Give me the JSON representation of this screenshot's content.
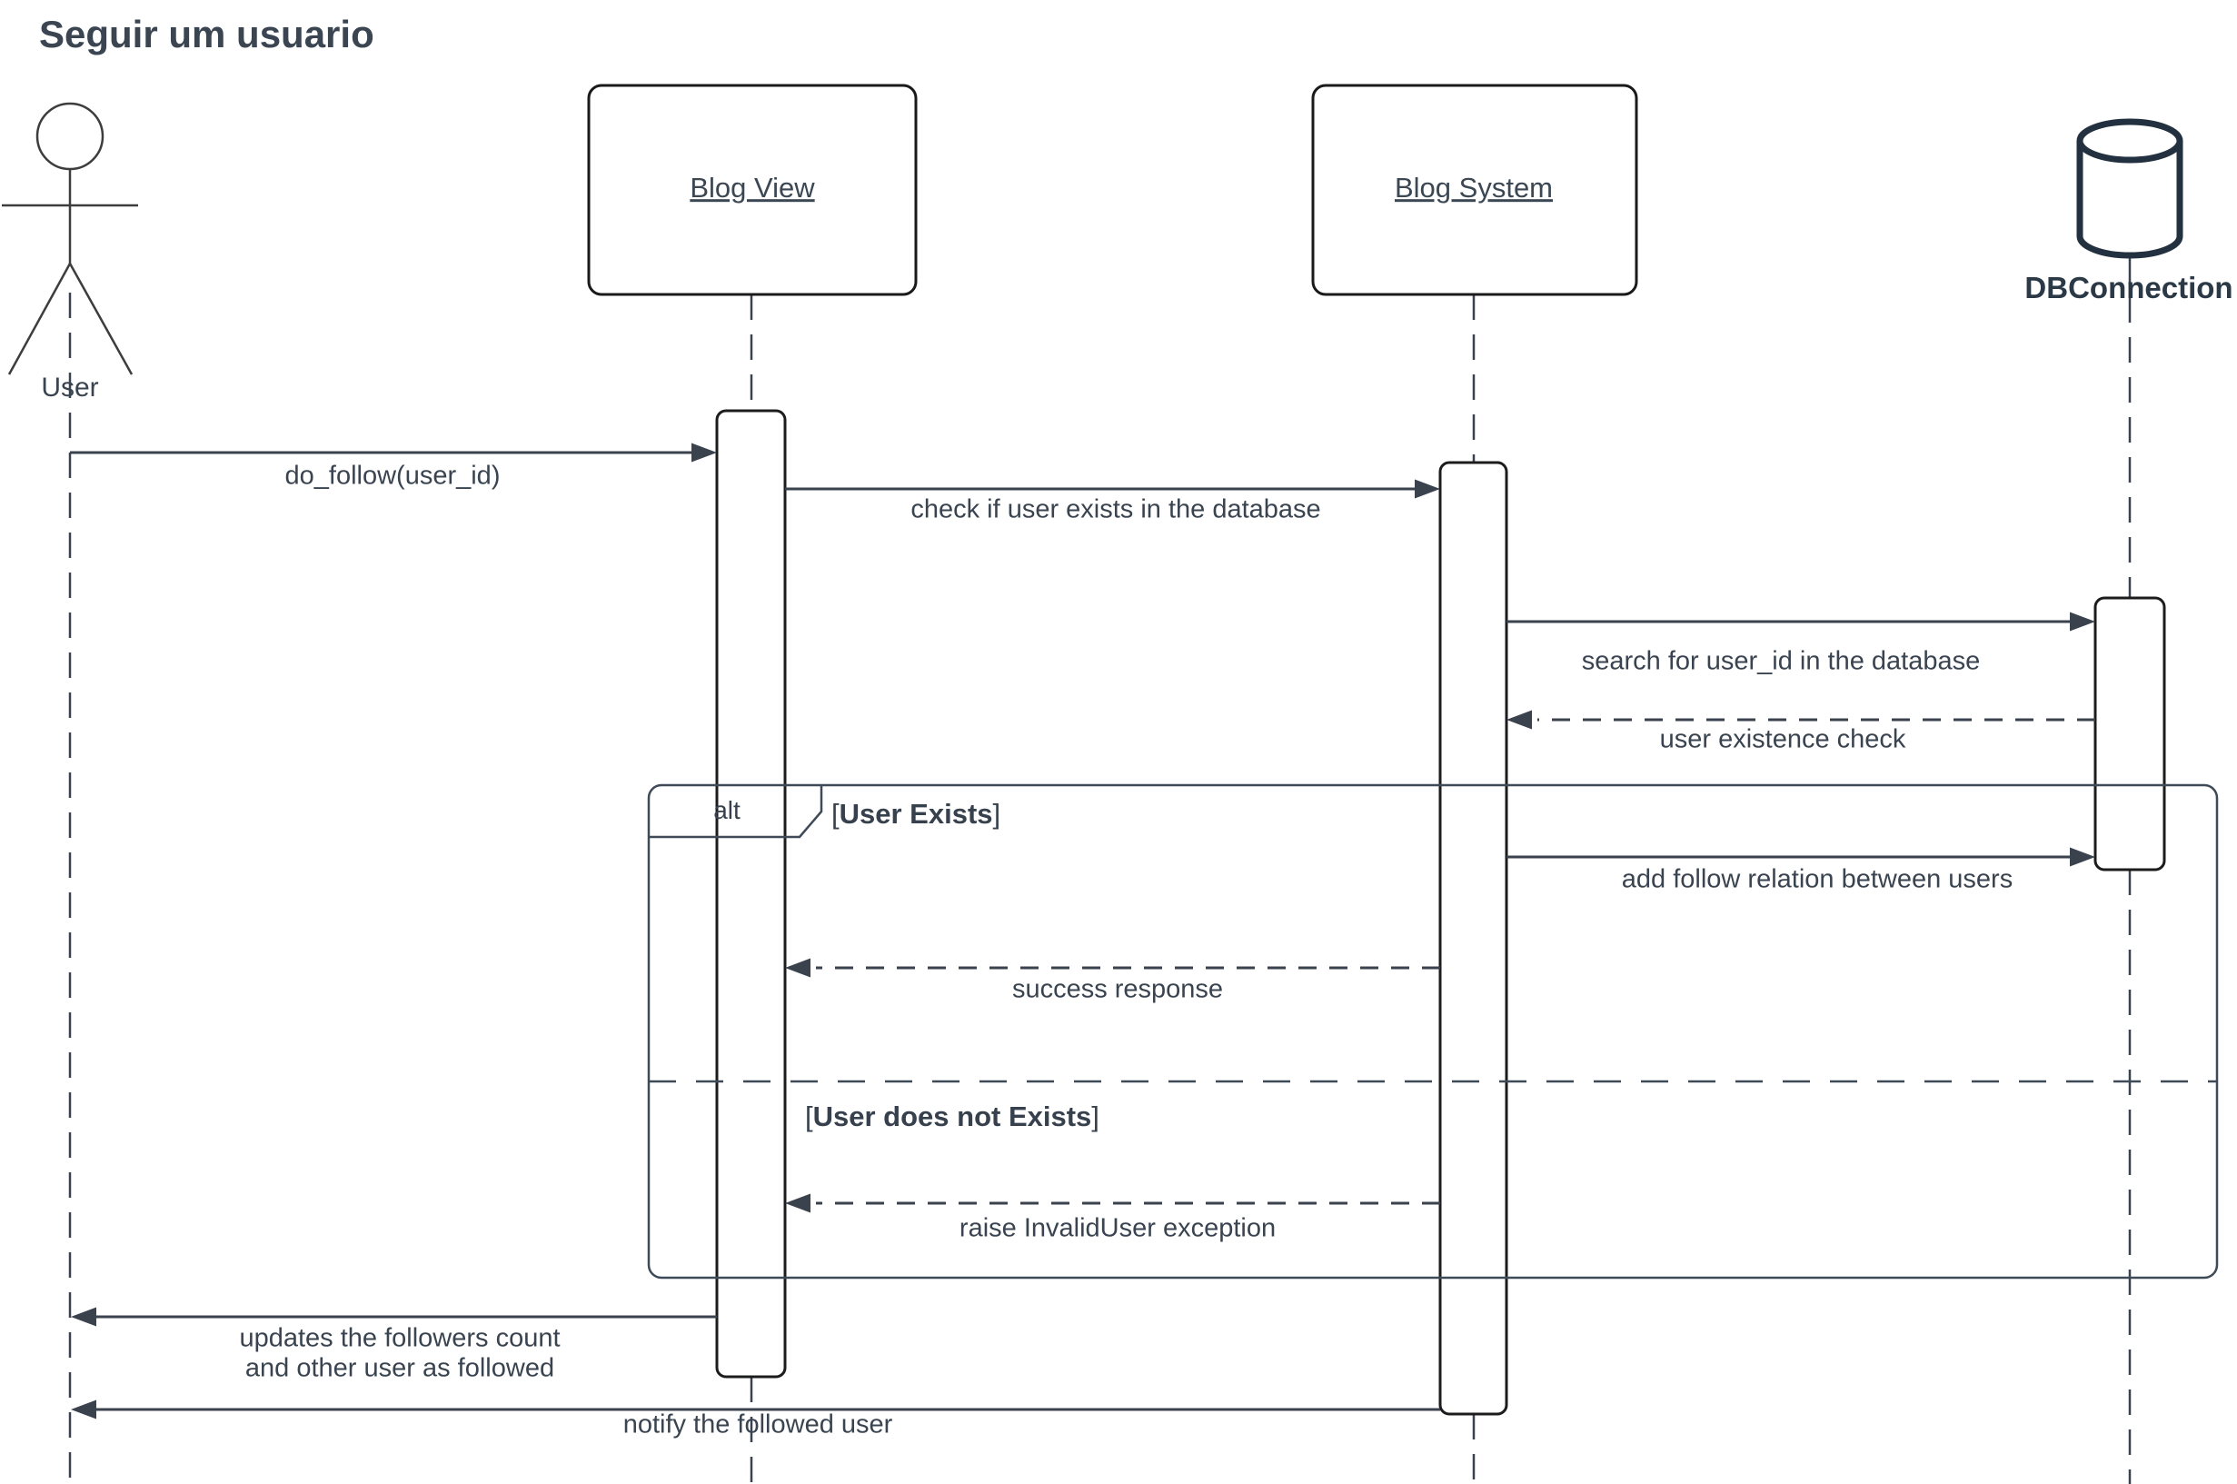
{
  "title": "Seguir um usuario",
  "participants": {
    "user": {
      "label": "User",
      "type": "actor"
    },
    "blog_view": {
      "label": "Blog View",
      "type": "object"
    },
    "blog_system": {
      "label": "Blog System",
      "type": "object"
    },
    "db": {
      "label": "DBConnection",
      "type": "database"
    }
  },
  "messages": {
    "do_follow": {
      "label": "do_follow(user_id)",
      "from": "User",
      "to": "Blog View",
      "style": "solid"
    },
    "check_user": {
      "label": "check if user exists in the database",
      "from": "Blog View",
      "to": "Blog System",
      "style": "solid"
    },
    "search_user": {
      "label": "search for user_id in the database",
      "from": "Blog System",
      "to": "DBConnection",
      "style": "solid"
    },
    "existence_check": {
      "label": "user existence check",
      "from": "DBConnection",
      "to": "Blog System",
      "style": "dashed"
    },
    "add_follow": {
      "label": "add follow relation between users",
      "from": "Blog System",
      "to": "DBConnection",
      "style": "solid"
    },
    "success": {
      "label": "success response",
      "from": "Blog System",
      "to": "Blog View",
      "style": "dashed"
    },
    "raise_exception": {
      "label": "raise InvalidUser exception",
      "from": "Blog System",
      "to": "Blog View",
      "style": "dashed"
    },
    "updates_count": {
      "line1": "updates the followers count",
      "line2": "and other user as followed",
      "from": "Blog View",
      "to": "User",
      "style": "solid"
    },
    "notify": {
      "label": "notify the followed user",
      "from": "Blog System",
      "to": "User",
      "style": "solid"
    }
  },
  "alt_frame": {
    "operator": "alt",
    "guards": {
      "exists": {
        "open": "[",
        "text": "User Exists",
        "close": "]"
      },
      "not_exists": {
        "open": "[",
        "text": "User does not Exists",
        "close": "]"
      }
    }
  },
  "colors": {
    "text": "#3a4450",
    "title": "#3a4551",
    "shape_border": "#1a1a1a",
    "frame": "#3e4a58",
    "database": "#22303f",
    "background": "#ffffff"
  }
}
